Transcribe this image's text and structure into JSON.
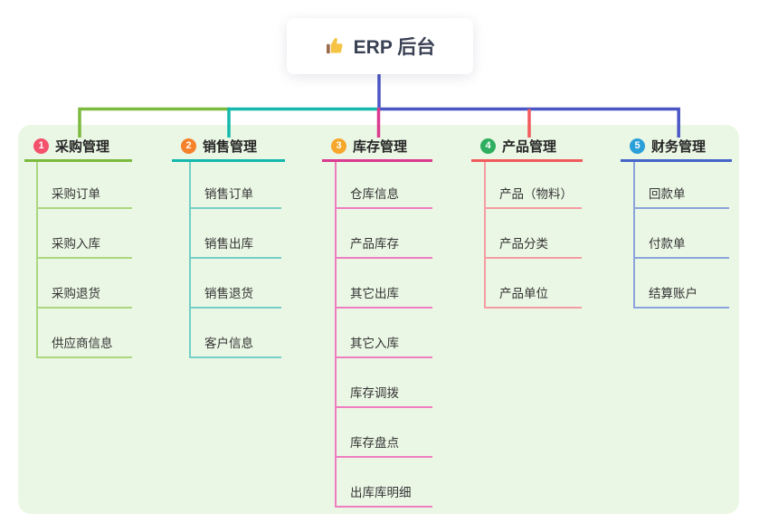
{
  "root": {
    "title": "ERP 后台",
    "icon": "thumbs-up-icon"
  },
  "colors": {
    "panel_background": "#ebf7e5",
    "root_connector": "#4a56c6"
  },
  "branches": [
    {
      "number": "1",
      "label": "采购管理",
      "color": "#7cba3f",
      "light_color": "#abd780",
      "badge_color": "#f4516c",
      "children": [
        "采购订单",
        "采购入库",
        "采购退货",
        "供应商信息"
      ]
    },
    {
      "number": "2",
      "label": "销售管理",
      "color": "#14b8ac",
      "light_color": "#74cfc7",
      "badge_color": "#f5822b",
      "children": [
        "销售订单",
        "销售出库",
        "销售退货",
        "客户信息"
      ]
    },
    {
      "number": "3",
      "label": "库存管理",
      "color": "#db3a91",
      "light_color": "#ef7ec1",
      "badge_color": "#f5a62b",
      "children": [
        "仓库信息",
        "产品库存",
        "其它出库",
        "其它入库",
        "库存调拨",
        "库存盘点",
        "出库库明细"
      ]
    },
    {
      "number": "4",
      "label": "产品管理",
      "color": "#f15b5e",
      "light_color": "#f59ca2",
      "badge_color": "#2eae5f",
      "children": [
        "产品（物料）",
        "产品分类",
        "产品单位"
      ]
    },
    {
      "number": "5",
      "label": "财务管理",
      "color": "#4565c8",
      "light_color": "#8ba3dc",
      "badge_color": "#2b9fd8",
      "children": [
        "回款单",
        "付款单",
        "结算账户"
      ]
    }
  ]
}
